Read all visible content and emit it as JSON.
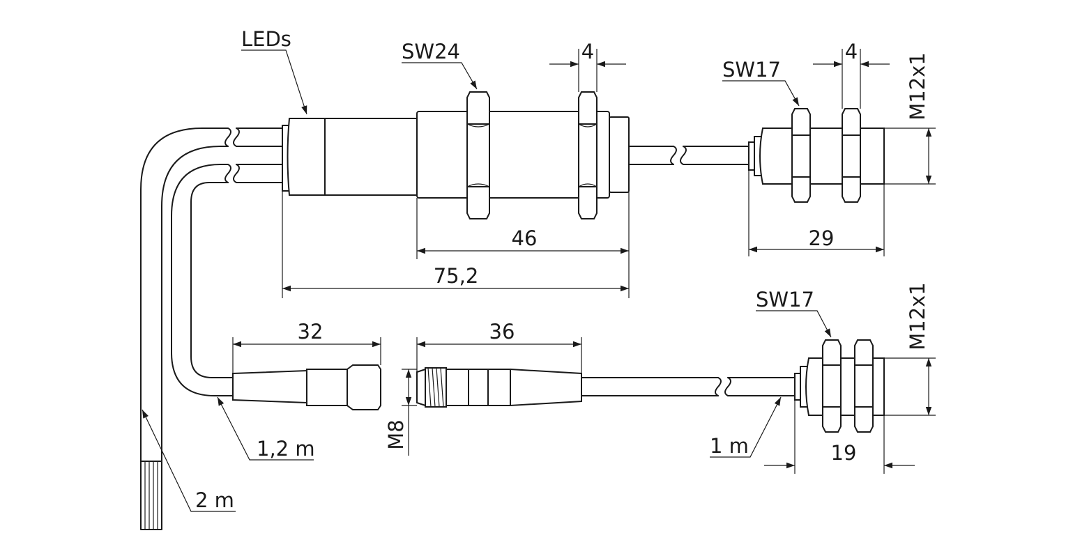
{
  "labels": {
    "leds": "LEDs",
    "sw24": "SW24",
    "dim_4_a": "4",
    "sw17_a": "SW17",
    "dim_4_b": "4",
    "m12x1_a": "M12x1",
    "dim_46": "46",
    "dim_29": "29",
    "dim_75_2": "75,2",
    "sw17_b": "SW17",
    "m12x1_b": "M12x1",
    "dim_32": "32",
    "dim_36": "36",
    "m8": "M8",
    "cable_1_2m": "1,2 m",
    "cable_1m": "1 m",
    "dim_19": "19",
    "cable_2m": "2 m"
  }
}
